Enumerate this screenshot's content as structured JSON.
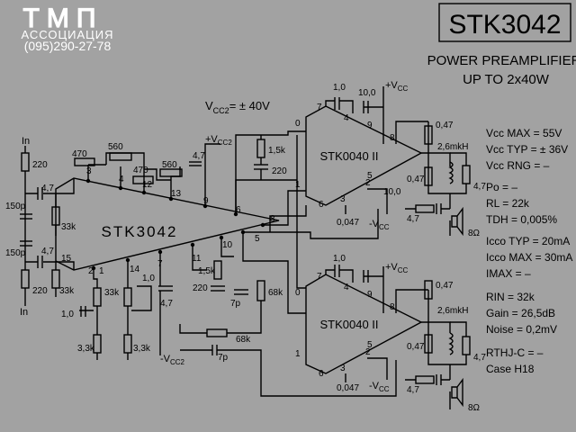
{
  "logo": {
    "name": "ТМП",
    "org": "АССОЦИАЦИЯ",
    "phone": "(095)290-27-78"
  },
  "title": "STK3042",
  "subtitle": [
    "POWER PREAMPLIFIER",
    "UP TO 2x40W"
  ],
  "ic_main": "STK3042",
  "ic_out": "STK0040 II",
  "supply_cc2": "V",
  "supply_cc2_sub": "CC2",
  "supply_cc2_value": "= ± 40V",
  "plus_vcc2": "+V",
  "plus_vcc2_sub": "CC2",
  "minus_vcc2": "-V",
  "minus_vcc2_sub": "CC2",
  "plus_vcc": "+V",
  "plus_vcc_sub": "CC",
  "minus_vcc": "-V",
  "minus_vcc_sub": "CC",
  "input": "In",
  "components": {
    "r220": "220",
    "c4_7": "4,7",
    "r33k": "33k",
    "c150p": "150p",
    "r470": "470",
    "r560": "560",
    "r1_5k": "1,5k",
    "c220": "220",
    "c1_0": "1,0",
    "r3_3k": "3,3k",
    "r68k": "68k",
    "c7p": "7p",
    "c10_0": "10,0",
    "c0_047": "0,047",
    "r0_47": "0,47",
    "l2_6": "2,6mkH",
    "r4_7": "4,7",
    "sp8": "8Ω"
  },
  "pins_main": [
    "3",
    "4",
    "12",
    "13",
    "9",
    "6",
    "8",
    "5",
    "10",
    "11",
    "15",
    "14",
    "7",
    "1",
    "2"
  ],
  "pins_out": [
    "0",
    "7",
    "4",
    "9",
    "8",
    "6",
    "3",
    "2",
    "5",
    "1"
  ],
  "specs": [
    "Vcc MAX = 55V",
    "Vcc TYP = ± 36V",
    "Vcc RNG = –",
    "Po = –",
    "RL = 22k",
    "TDH = 0,005%",
    "Icco TYP = 20mA",
    "Icco MAX = 30mA",
    "IMAX = –",
    "RIN = 32k",
    "Gain = 26,5dB",
    "Noise = 0,2mV",
    "RTHJ-C = –",
    "Case H18"
  ],
  "colors": {
    "background": "#a2a2a2",
    "ink": "#000000",
    "logo": "#ffffff"
  }
}
